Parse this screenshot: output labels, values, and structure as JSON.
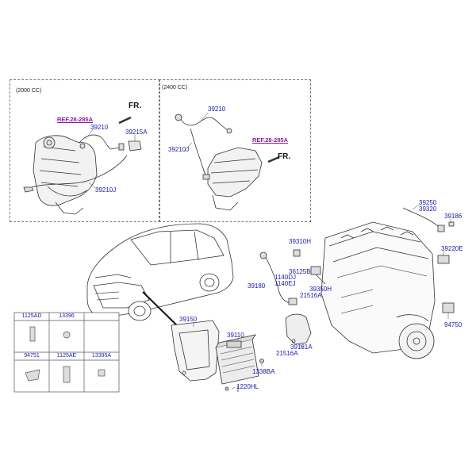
{
  "variants": {
    "left": {
      "cc": "(2000 CC)",
      "ref": "REF.28-285A",
      "fr": "FR."
    },
    "right": {
      "cc": "(2400 CC)",
      "ref": "REF.28-285A",
      "fr": "FR."
    }
  },
  "parts": {
    "p39210_a": "39210",
    "p39215A": "39215A",
    "p39210J_a": "39210J",
    "p39210_b": "39210",
    "p39210J_b": "39210J",
    "p39250": "39250",
    "p39320": "39320",
    "p39186": "39186",
    "p39310H": "39310H",
    "p36125B": "36125B",
    "p39220E": "39220E",
    "p1140DJ": "1140DJ",
    "p1140EJ": "1140EJ",
    "p39180": "39180",
    "p39350H": "39350H",
    "p21516A_a": "21516A",
    "p94750": "94750",
    "p39150": "39150",
    "p39110": "39110",
    "p39181A": "39181A",
    "p21516A_b": "21516A",
    "p1338BA": "1338BA",
    "p1220HL": "1220HL"
  },
  "table": {
    "r1": [
      "1125AD",
      "13396",
      ""
    ],
    "r2": [
      "94751",
      "1125AE",
      "13395A"
    ]
  }
}
